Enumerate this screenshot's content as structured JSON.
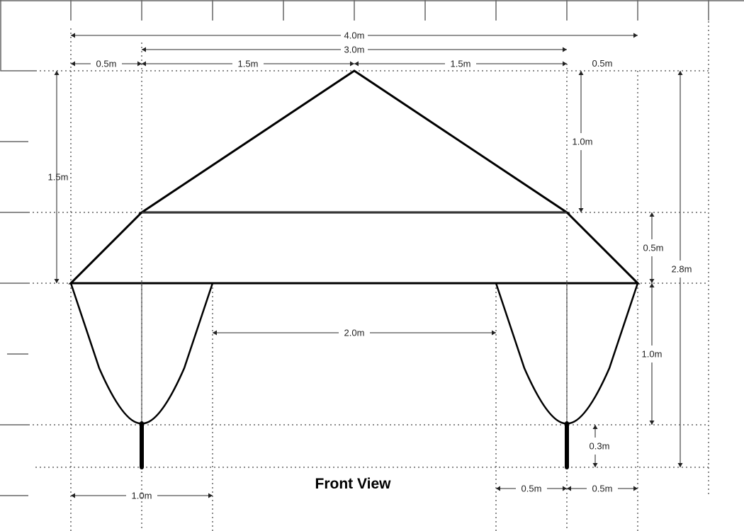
{
  "title": "Front View",
  "dimensions": {
    "overall_width": "4.0m",
    "ridge_span": "3.0m",
    "left_overhang": "0.5m",
    "left_half_span": "1.5m",
    "right_half_span": "1.5m",
    "right_overhang": "0.5m",
    "roof_height_left": "1.5m",
    "gable_height": "1.0m",
    "eave_height": "0.5m",
    "pod_height": "1.0m",
    "total_height": "2.8m",
    "leg_height": "0.3m",
    "pod_gap": "2.0m",
    "pod_width": "1.0m",
    "pod_half_left": "0.5m",
    "pod_half_right": "0.5m"
  }
}
